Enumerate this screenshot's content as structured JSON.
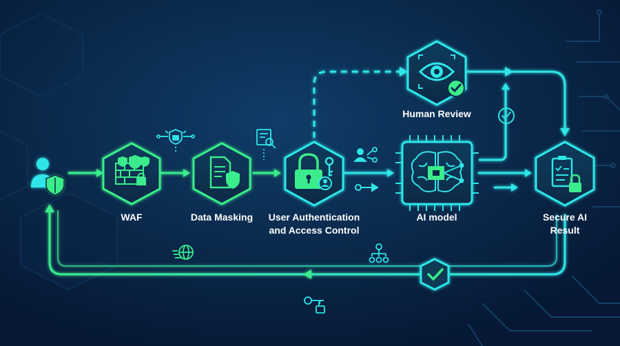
{
  "nodes": {
    "user": {
      "icon": "user-shield-icon"
    },
    "waf": {
      "label": "WAF",
      "icon": "firewall-shield-icon"
    },
    "data_masking": {
      "label": "Data Masking",
      "icon": "document-shield-icon"
    },
    "user_auth": {
      "label_line1": "User Authentication",
      "label_line2": "and Access Control",
      "icon": "padlock-key-user-icon"
    },
    "ai_model": {
      "label": "AI model",
      "icon": "brain-chip-icon"
    },
    "human_review": {
      "label": "Human Review",
      "icon": "eye-check-icon"
    },
    "secure_result": {
      "label_line1": "Secure AI",
      "label_line2": "Result",
      "icon": "document-padlock-icon"
    }
  },
  "small_icons": [
    "network-shield-icon",
    "document-search-icon",
    "user-share-icon",
    "toggle-arrow-icon",
    "check-circle-icon",
    "globe-data-icon",
    "user-hierarchy-icon",
    "key-padlock-icon",
    "shield-check-icon"
  ],
  "colors": {
    "background": "#071c3a",
    "cyan": "#2fe6e8",
    "green": "#3bec8c",
    "label": "#ffffff"
  }
}
